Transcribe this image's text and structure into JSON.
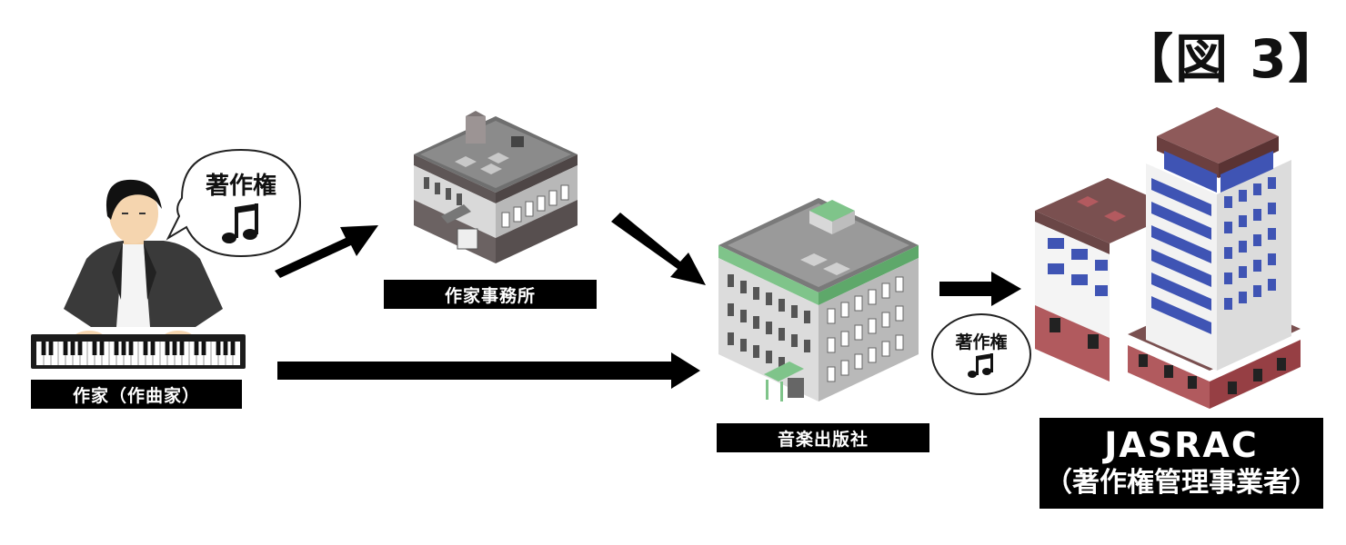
{
  "figure_title": "【図 3】",
  "composer": {
    "label": "作家（作曲家）",
    "bubble_text": "著作権",
    "note_icon": "music-note-icon"
  },
  "office": {
    "label": "作家事務所"
  },
  "publisher": {
    "label": "音楽出版社"
  },
  "jasrac": {
    "label_line1": "JASRAC",
    "label_line2": "（著作権管理事業者）"
  },
  "transfer_bubble": {
    "text": "著作権",
    "note_icon": "music-note-icon"
  },
  "colors": {
    "arrow": "#000000",
    "label_bg": "#000000",
    "label_text": "#ffffff",
    "building_gray": "#cfcfcf",
    "roof_dark": "#5e5656",
    "publisher_green": "#7fc48a",
    "jasrac_blue": "#3f54b4",
    "jasrac_brick": "#b15a5e"
  }
}
